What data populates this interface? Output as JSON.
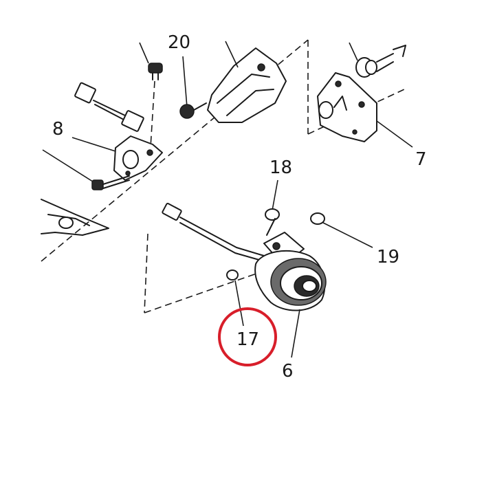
{
  "callouts": {
    "c8": "8",
    "c20": "20",
    "c18": "18",
    "c19": "19",
    "c7": "7",
    "c17": "17",
    "c6": "6"
  },
  "highlight_color": "#d81e2a"
}
